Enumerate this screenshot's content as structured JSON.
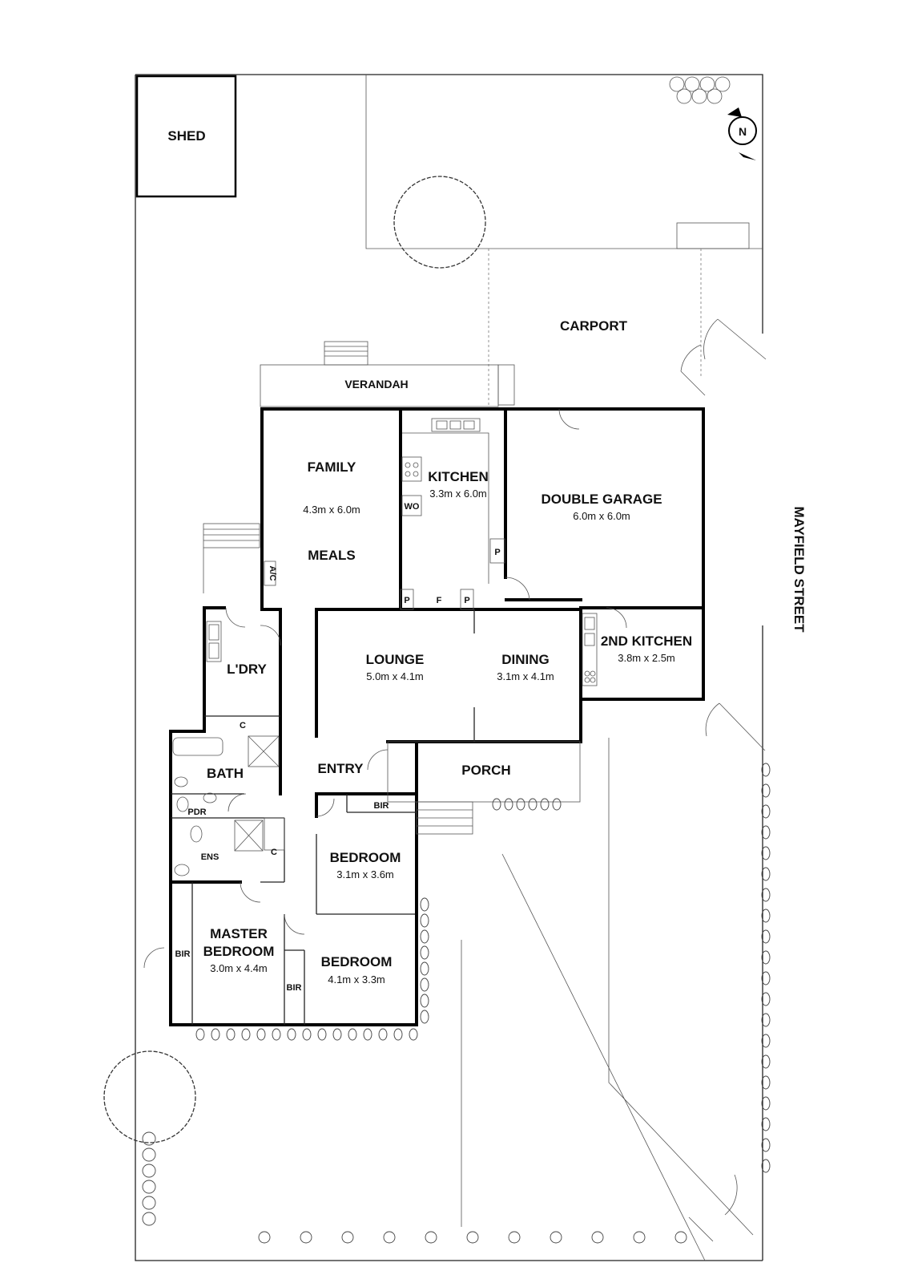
{
  "rooms": {
    "shed": {
      "label": "SHED"
    },
    "carport": {
      "label": "CARPORT"
    },
    "verandah": {
      "label": "VERANDAH"
    },
    "family": {
      "label": "FAMILY",
      "dims": "4.3m x 6.0m",
      "label2": "MEALS"
    },
    "kitchen": {
      "label": "KITCHEN",
      "dims": "3.3m x 6.0m",
      "wo": "WO",
      "f": "F",
      "p": "P"
    },
    "garage": {
      "label": "DOUBLE GARAGE",
      "dims": "6.0m x 6.0m"
    },
    "kitchen2": {
      "label": "2ND KITCHEN",
      "dims": "3.8m x 2.5m"
    },
    "laundry": {
      "label": "L'DRY",
      "c": "C"
    },
    "lounge": {
      "label": "LOUNGE",
      "dims": "5.0m x 4.1m"
    },
    "dining": {
      "label": "DINING",
      "dims": "3.1m x 4.1m"
    },
    "bath": {
      "label": "BATH"
    },
    "entry": {
      "label": "ENTRY"
    },
    "porch": {
      "label": "PORCH"
    },
    "pdr": {
      "label": "PDR"
    },
    "ens": {
      "label": "ENS",
      "c": "C"
    },
    "bedroom1": {
      "label": "BEDROOM",
      "dims": "3.1m x 3.6m",
      "bir": "BIR"
    },
    "master": {
      "label1": "MASTER",
      "label2": "BEDROOM",
      "dims": "3.0m x 4.4m",
      "bir": "BIR"
    },
    "bedroom2": {
      "label": "BEDROOM",
      "dims": "4.1m x 3.3m",
      "bir": "BIR"
    }
  },
  "ac": {
    "label": "A/C"
  },
  "street": {
    "label": "MAYFIELD STREET"
  },
  "compass": {
    "letter": "N"
  }
}
